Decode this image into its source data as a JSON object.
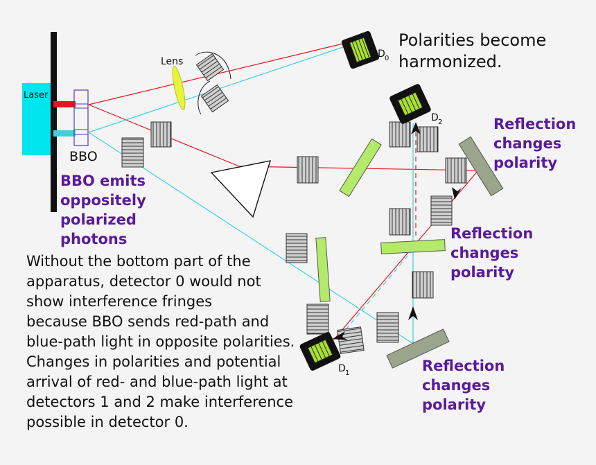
{
  "labels": {
    "laser": "Laser",
    "lens": "Lens",
    "bbo": "BBO",
    "d0_letter": "D",
    "d0_sub": "0",
    "d1_letter": "D",
    "d1_sub": "1",
    "d2_letter": "D",
    "d2_sub": "2"
  },
  "notes": {
    "polarities_line1": "Polarities become",
    "polarities_line2": "harmonized.",
    "bbo_line1": "BBO emits",
    "bbo_line2": "oppositely",
    "bbo_line3": "polarized",
    "bbo_line4": "photons",
    "refl_a_line1": "Reflection",
    "refl_a_line2": "changes",
    "refl_a_line3": "polarity",
    "refl_b_line1": "Reflection",
    "refl_b_line2": "changes",
    "refl_b_line3": "polarity",
    "refl_c_line1": "Reflection",
    "refl_c_line2": "changes",
    "refl_c_line3": "polarity"
  },
  "explanation": {
    "line1": "Without the bottom part of the",
    "line2": "apparatus, detector 0 would not",
    "line3": "show interference fringes",
    "line4": "because BBO sends red-path and",
    "line5": "blue-path light in opposite polarities.",
    "line6": "Changes in polarities and potential",
    "line7": "arrival of red- and blue-path light at",
    "line8": "detectors 1 and 2 make interference",
    "line9": "possible in detector 0."
  },
  "colors": {
    "background": "#f4f4f4",
    "laser": "#00e5ee",
    "red_path": "#e8141e",
    "blue_path": "#3fd0e0",
    "mirror_green": "#b4ea6a",
    "mirror_gray": "#9aa58c",
    "lens": "#e6f53c",
    "purple_text": "#5a1a9a",
    "detector_core": "#a8e030"
  }
}
